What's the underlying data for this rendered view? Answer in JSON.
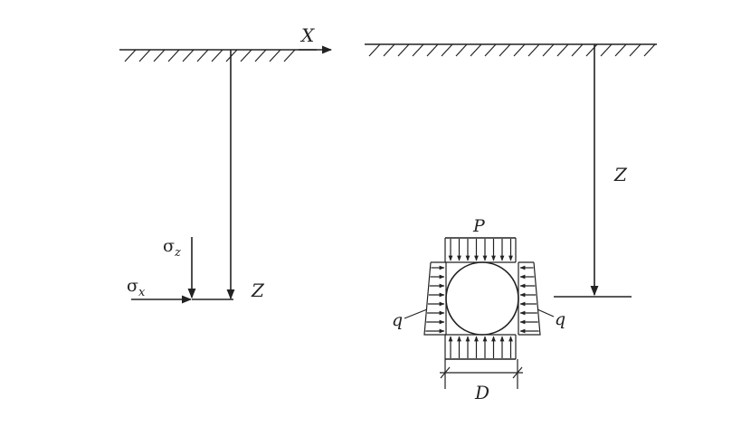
{
  "left_panel": {
    "x_axis_label": "X",
    "depth_label": "Z",
    "sigma_z_symbol": "σ",
    "sigma_z_sub": "z",
    "sigma_x_symbol": "σ",
    "sigma_x_sub": "x"
  },
  "right_panel": {
    "depth_label": "Z",
    "load_top_label": "P",
    "lateral_left_label": "q",
    "lateral_right_label": "q",
    "diameter_label": "D"
  },
  "colors": {
    "ink": "#222222",
    "background": "#ffffff"
  }
}
